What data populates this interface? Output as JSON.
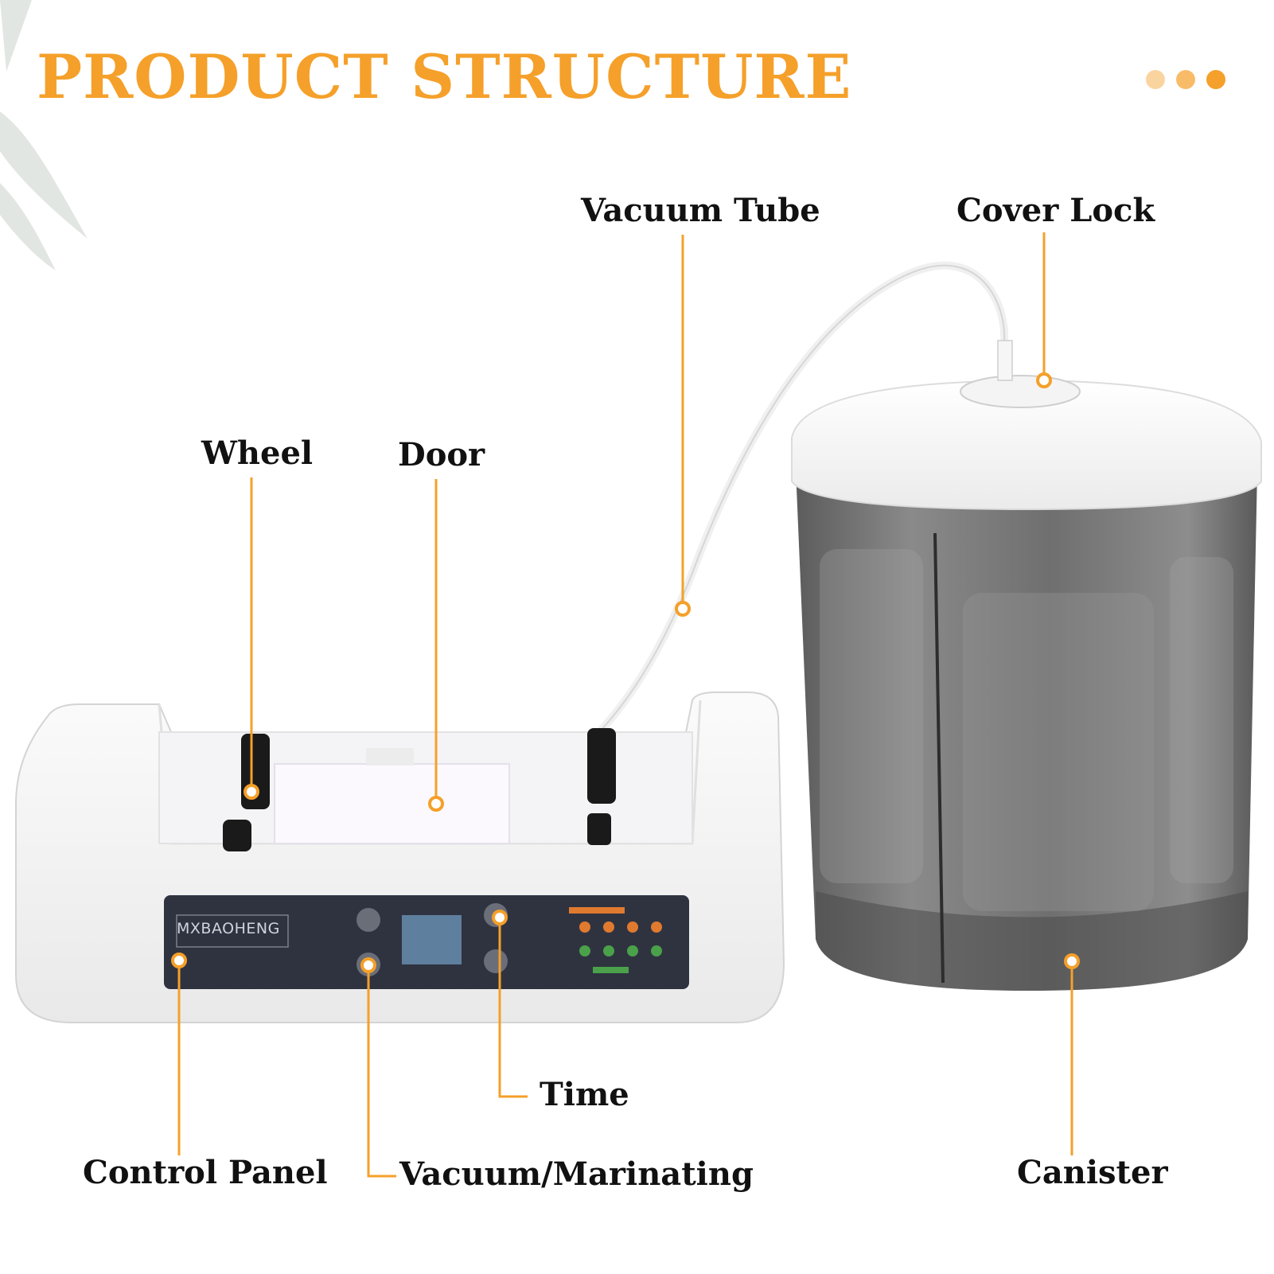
{
  "header": {
    "title": "PRODUCT STRUCTURE"
  },
  "device": {
    "brand": "MXBAOHENG"
  },
  "labels": {
    "vacuum_tube": "Vacuum Tube",
    "cover_lock": "Cover Lock",
    "wheel": "Wheel",
    "door": "Door",
    "time": "Time",
    "control_panel": "Control Panel",
    "vacuum_marinating": "Vacuum/Marinating",
    "canister": "Canister"
  },
  "colors": {
    "accent": "#f5a02a",
    "text": "#111111"
  }
}
